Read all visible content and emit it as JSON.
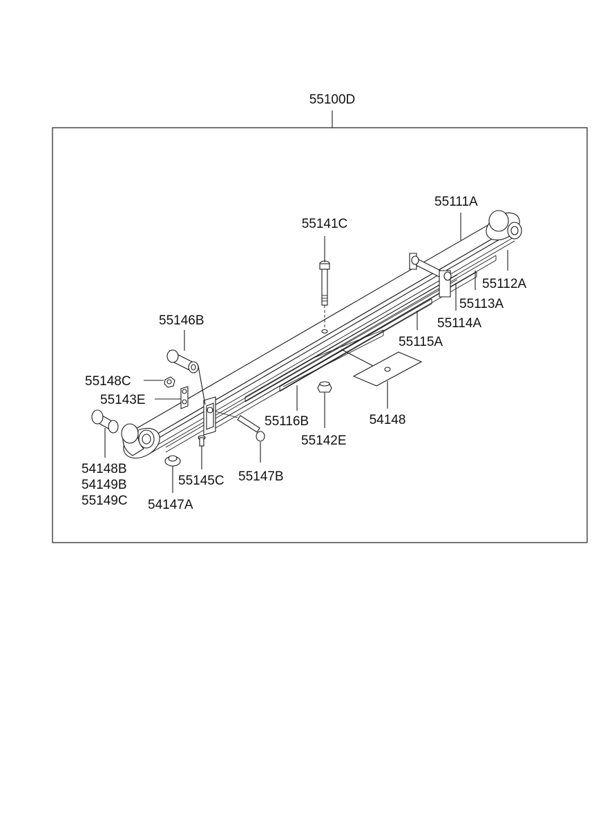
{
  "assembly": {
    "label": "55100D"
  },
  "parts": {
    "p55111A": "55111A",
    "p55141C": "55141C",
    "p55112A": "55112A",
    "p55113A": "55113A",
    "p55114A": "55114A",
    "p55115A": "55115A",
    "p55146B": "55146B",
    "p55148C": "55148C",
    "p55143E": "55143E",
    "p55116B": "55116B",
    "p54148": "54148",
    "p55142E": "55142E",
    "p54148B": "54148B",
    "p54149B": "54149B",
    "p55149C": "55149C",
    "p55145C": "55145C",
    "p55147B": "55147B",
    "p54147A": "54147A"
  }
}
